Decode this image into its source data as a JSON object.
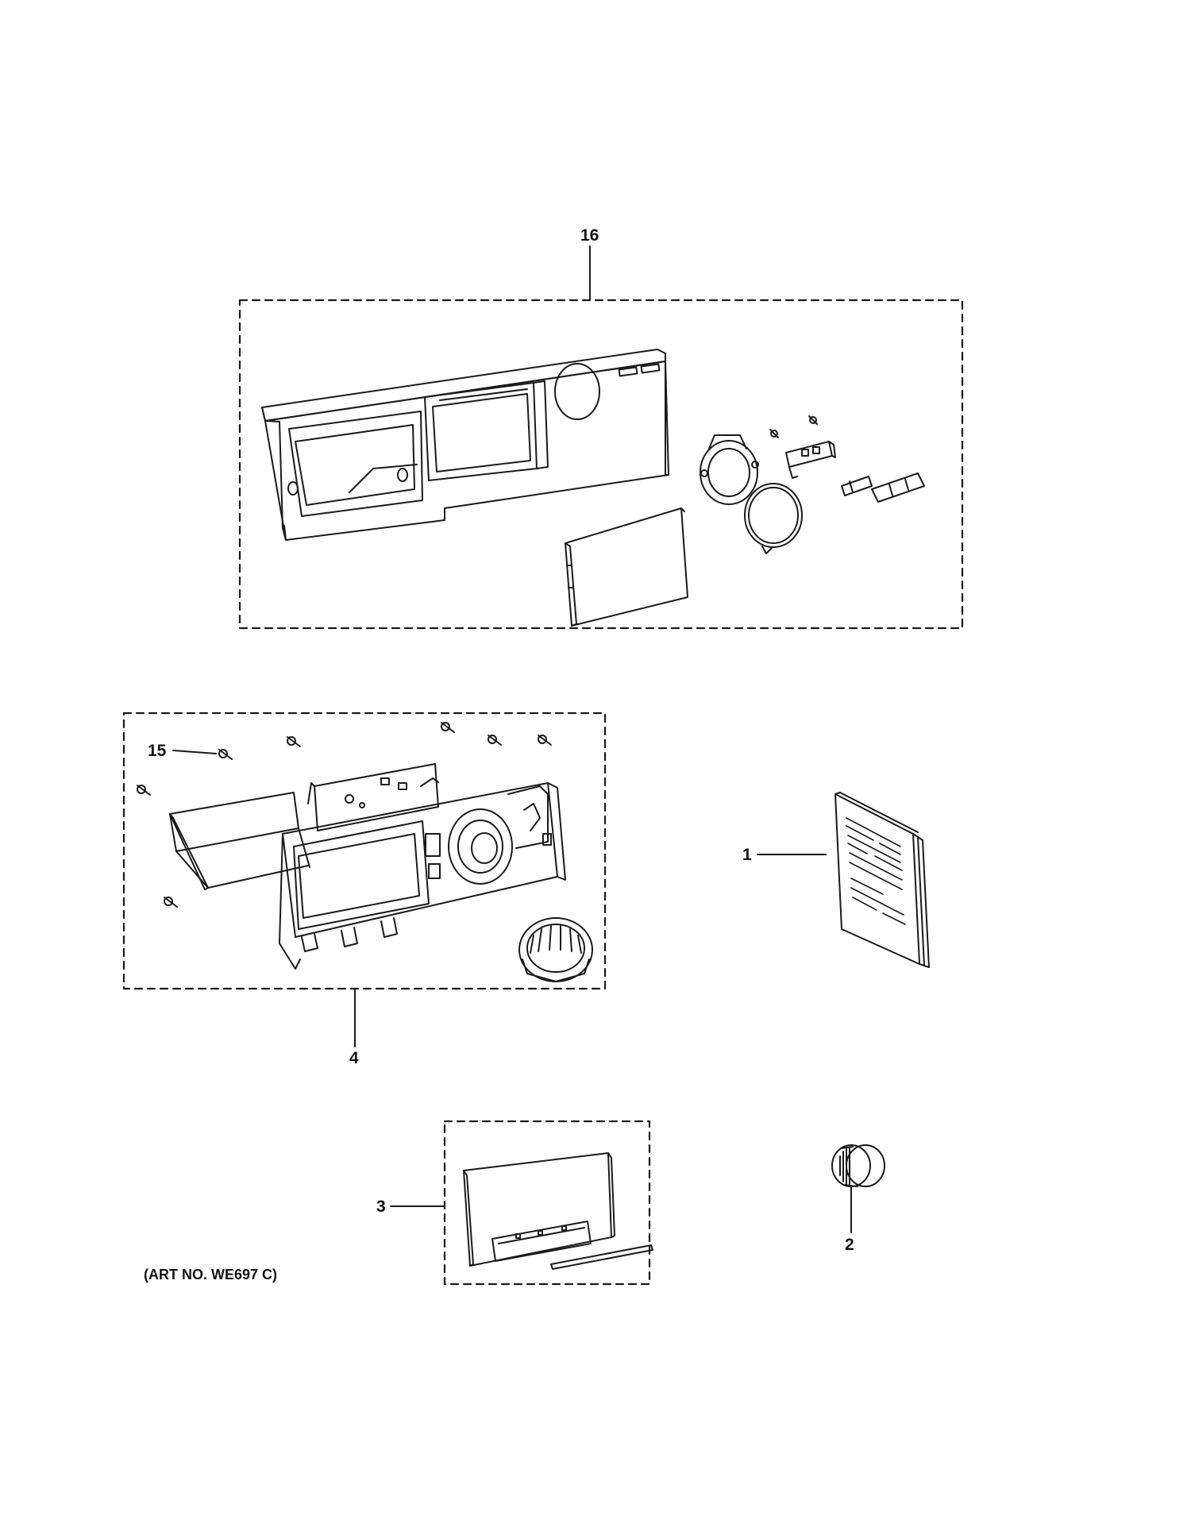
{
  "diagram": {
    "art_number": "(ART NO. WE697 C)",
    "callouts": {
      "item_16": "16",
      "item_15": "15",
      "item_4": "4",
      "item_1": "1",
      "item_3": "3",
      "item_2": "2"
    }
  },
  "colors": {
    "line": "#1a1a1a",
    "background": "#ffffff"
  }
}
